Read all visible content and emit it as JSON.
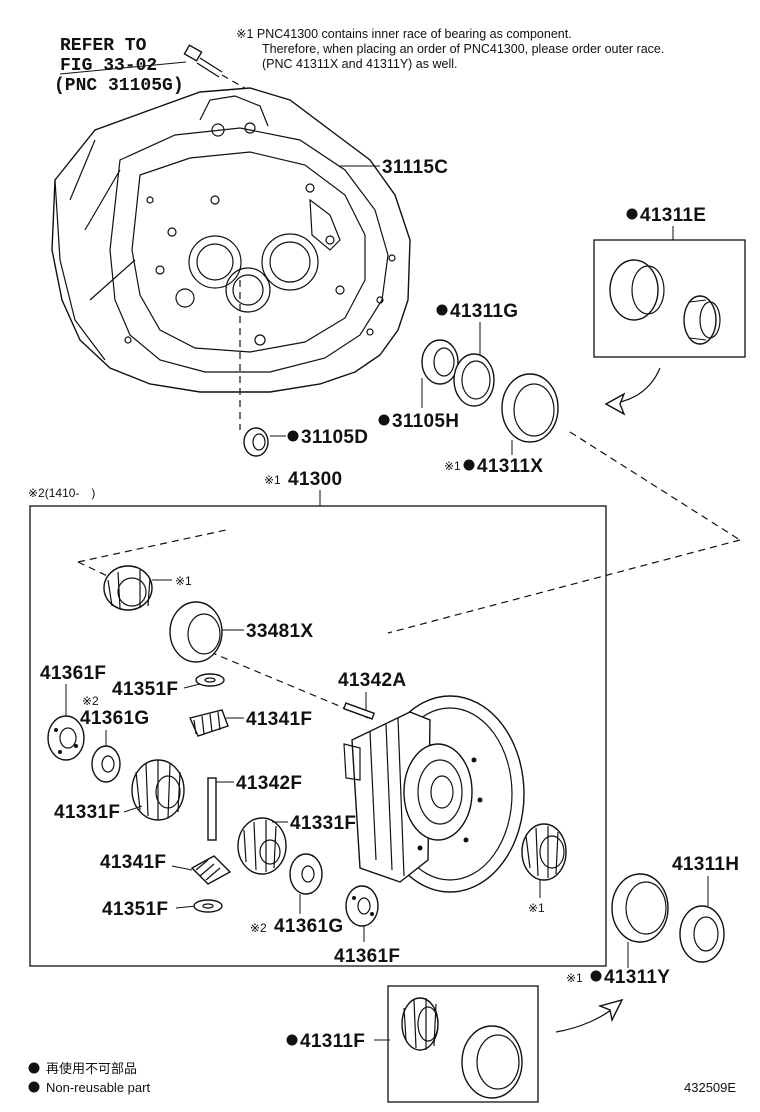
{
  "notes": {
    "note1_line1": "※1 PNC41300 contains inner race of bearing as component.",
    "note1_line2": "Therefore, when placing an order of PNC41300, please order outer race.",
    "note1_line3": "(PNC 41311X and 41311Y) as well."
  },
  "refer": {
    "line1": "REFER TO",
    "line2": "FIG 33-02",
    "line3": "(PNC 31105G)"
  },
  "labels": {
    "p31115C": "31115C",
    "p41311E": "41311E",
    "p41311G": "41311G",
    "p31105H": "31105H",
    "p31105D": "31105D",
    "p41311X": "41311X",
    "p41300": "41300",
    "p33481X": "33481X",
    "p41361F_a": "41361F",
    "p41351F_a": "41351F",
    "p41361G_a": "41361G",
    "p41341F_a": "41341F",
    "p41342A": "41342A",
    "p41342F": "41342F",
    "p41331F_a": "41331F",
    "p41331F_b": "41331F",
    "p41341F_b": "41341F",
    "p41351F_b": "41351F",
    "p41361G_b": "41361G",
    "p41361F_b": "41361F",
    "p41311H": "41311H",
    "p41311Y": "41311Y",
    "p41311F": "41311F"
  },
  "marks": {
    "kome1": "※1",
    "kome2": "※2",
    "range": "※2(1410-　)"
  },
  "legend": {
    "jp": "再使用不可部品",
    "en": "Non-reusable part"
  },
  "figure_id": "432509E"
}
